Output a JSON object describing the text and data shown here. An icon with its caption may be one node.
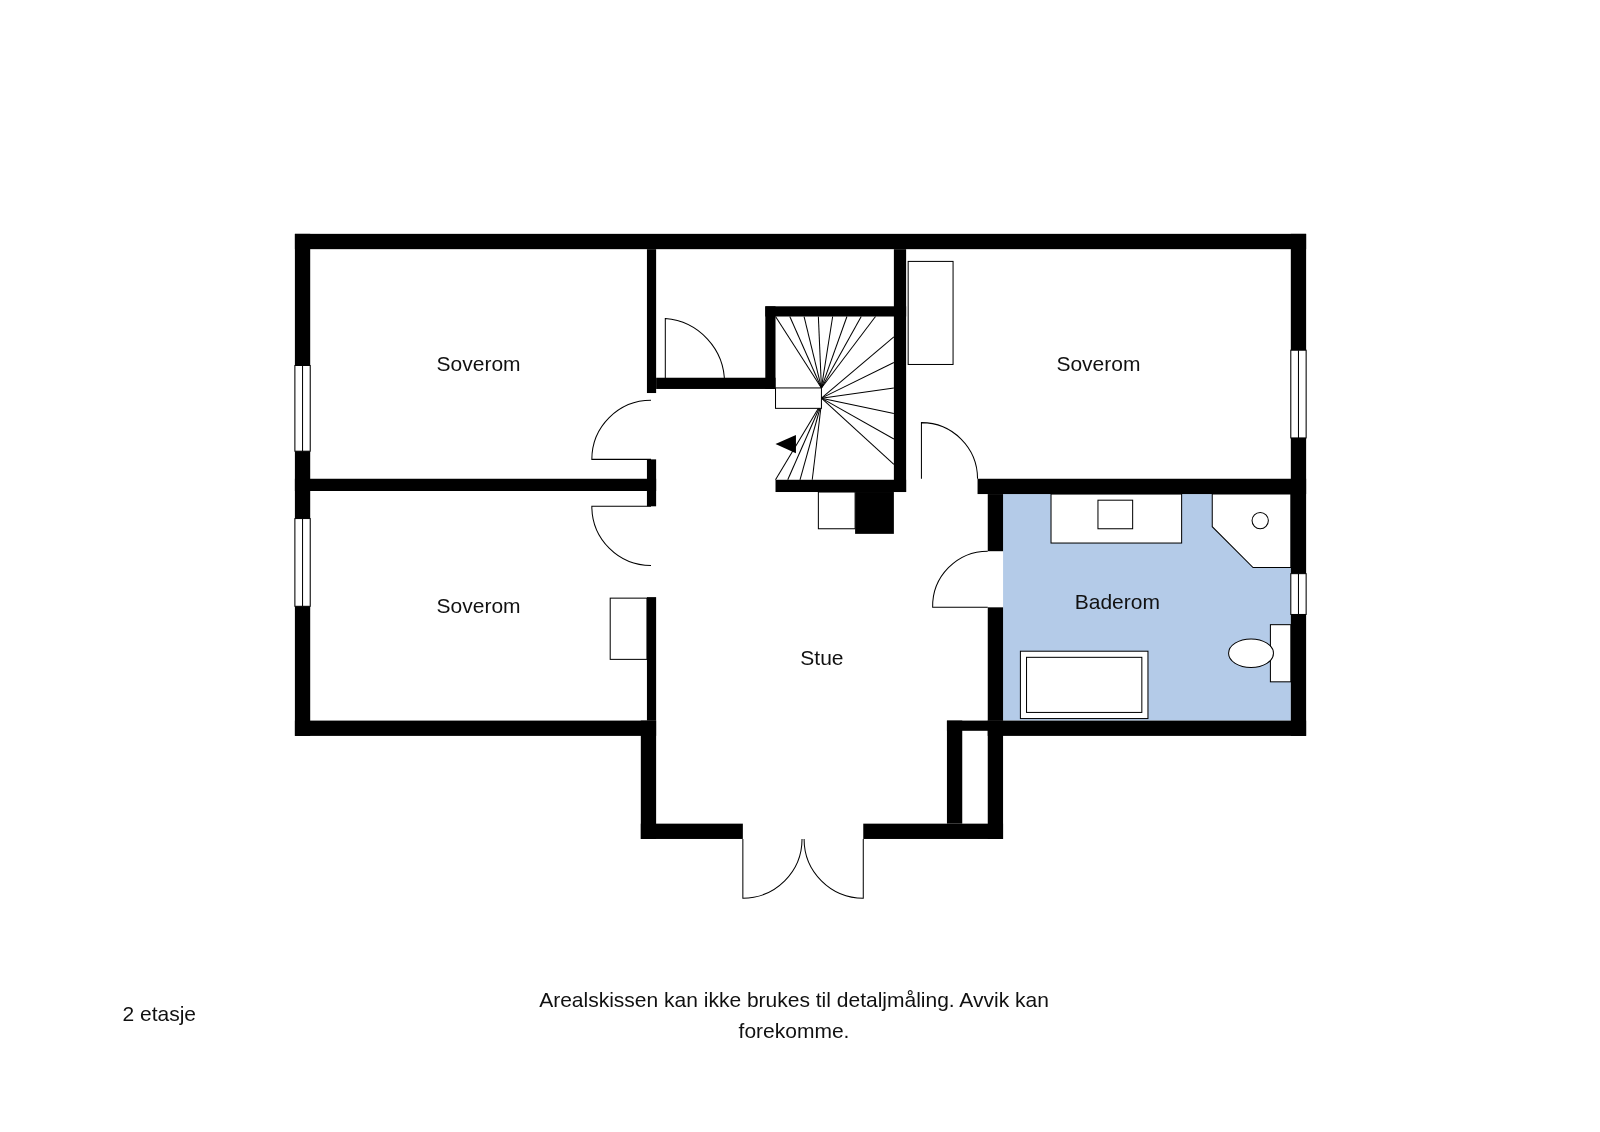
{
  "diagram": {
    "caption": "Arealskissen kan ikke brukes til detaljmåling. Avvik kan forekomme.",
    "nodes": [
      {
        "text": [
          "Soverom"
        ]
      },
      {
        "text": [
          "Soverom"
        ]
      },
      {
        "text": [
          "Baderom"
        ]
      },
      {
        "text": [
          "Soverom"
        ]
      },
      {
        "text": [
          "Stue"
        ]
      }
    ],
    "labels": [
      "2 etasje"
    ]
  }
}
